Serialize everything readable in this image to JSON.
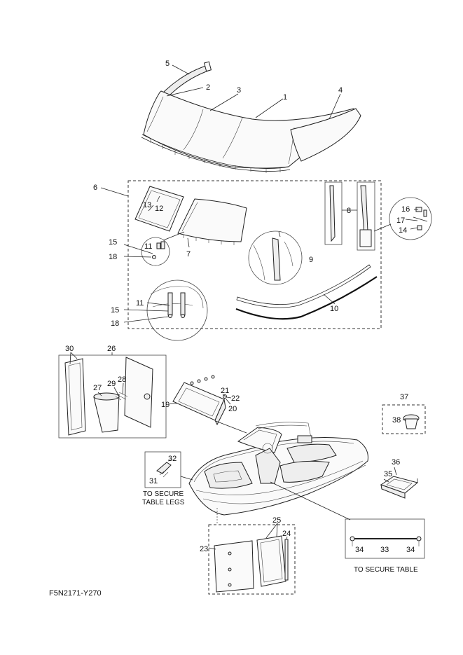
{
  "callouts": [
    "1",
    "2",
    "3",
    "4",
    "5",
    "6",
    "7",
    "8",
    "9",
    "10",
    "11",
    "12",
    "13",
    "14",
    "15",
    "16",
    "17",
    "18",
    "19",
    "20",
    "21",
    "22",
    "23",
    "24",
    "25",
    "26",
    "27",
    "28",
    "29",
    "30",
    "31",
    "32",
    "33",
    "34",
    "35",
    "36",
    "37",
    "38"
  ],
  "repeat_callouts": {
    "n11b": "11",
    "n15b": "15",
    "n18b": "18",
    "n34b": "34"
  },
  "captions": {
    "table_legs_line1": "TO SECURE",
    "table_legs_line2": "TABLE LEGS",
    "table": "TO SECURE TABLE"
  },
  "diagram_code": "F5N2171-Y270"
}
